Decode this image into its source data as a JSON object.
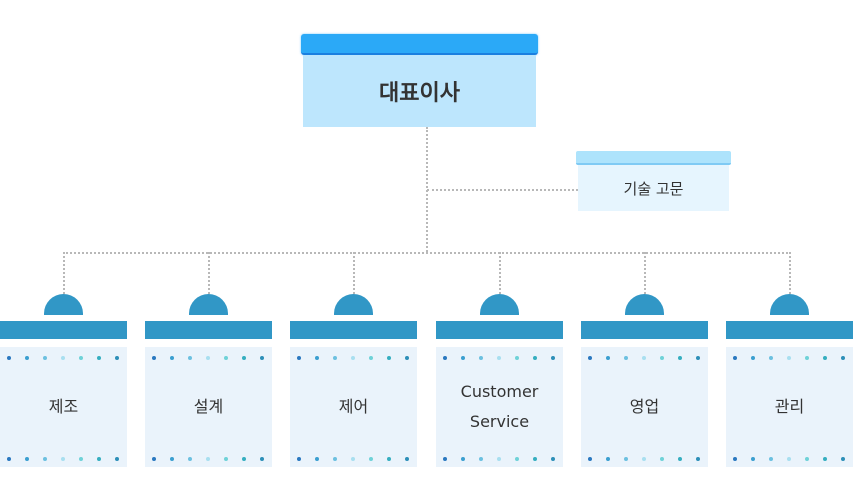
{
  "chart": {
    "root": {
      "label": "대표이사"
    },
    "advisor": {
      "label": "기술 고문"
    },
    "departments": [
      {
        "label": "제조"
      },
      {
        "label": "설계"
      },
      {
        "label": "제어"
      },
      {
        "label": "Customer Service"
      },
      {
        "label": "영업"
      },
      {
        "label": "관리"
      }
    ]
  },
  "colors": {
    "root_header": "#2ba9f7",
    "root_body": "#bde6fd",
    "advisor_header": "#ade3fc",
    "advisor_body": "#e6f5fe",
    "dept_accent": "#3197c6",
    "dept_body": "#eaf3fb",
    "connector": "#b8b8b8",
    "dot_gradient": [
      "#2a78c0",
      "#3b9fd0",
      "#6cc0e0",
      "#a8dff0",
      "#6fd2d8",
      "#35aec0",
      "#2d8fb8"
    ]
  }
}
